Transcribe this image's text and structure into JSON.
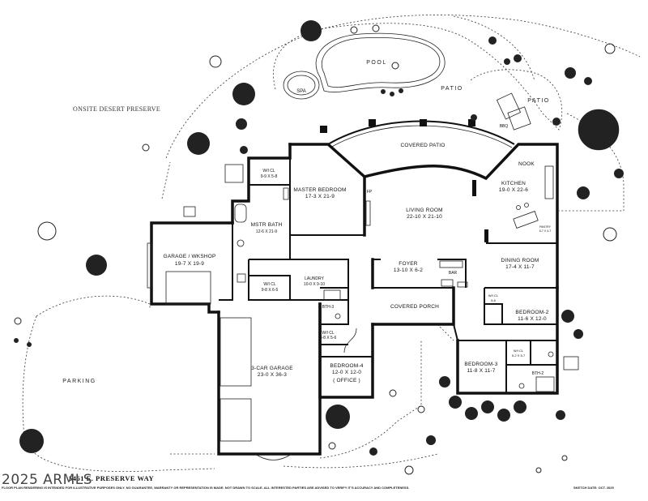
{
  "site": {
    "preserve_label": "ONSITE DESERT PRESERVE",
    "pool_label": "POOL",
    "spa_label": "SPA",
    "patio_label_1": "PATIO",
    "patio_label_2": "PATIO",
    "bbq_label": "BBQ",
    "covered_patio_label": "COVERED PATIO",
    "parking_label": "PARKING",
    "covered_porch_label": "COVERED PORCH",
    "address": "5461 E. PRESERVE WAY",
    "disclaimer": "FLOOR PLAN RENDERING IS INTENDED FOR ILLUSTRATIVE PURPOSES ONLY. NO GUARANTEE, WARRANTY OR REPRESENTATION IS MADE. NOT DRAWN TO SCALE. ALL INTERESTED PARTIES ARE ADVISED TO VERIFY IT'S ACCURACY AND COMPLETENESS.",
    "sketch_date": "SKETCH DATE: OCT. 2025",
    "watermark": "2025 ARMLS"
  },
  "rooms": {
    "master_bedroom": {
      "name": "MASTER BEDROOM",
      "dims": "17-3  X  21-9"
    },
    "master_wic": {
      "name": "W/I CL",
      "dims": "9-9  X  5-8"
    },
    "master_bath": {
      "name": "MSTR BATH",
      "dims": "12-6  X  21-9"
    },
    "master_wic_2": {
      "name": "W/I CL",
      "dims": "9-8  X  6-5"
    },
    "garage_wkshop": {
      "name": "GARAGE / WKSHOP",
      "dims": "19-7  X  19-9"
    },
    "three_car_garage": {
      "name": "3-CAR GARAGE",
      "dims": "23-0  X  36-3"
    },
    "laundry": {
      "name": "LAUNDRY",
      "dims": "10-0  X  9-10"
    },
    "bth3": {
      "name": "BTH-3"
    },
    "wic_small": {
      "name": "W/I CL",
      "dims": "5-8 X 5-6"
    },
    "bedroom4": {
      "name": "BEDROOM-4",
      "dims": "12-0  X  12-0",
      "note": "( OFFICE )"
    },
    "living_room": {
      "name": "LIVING ROOM",
      "dims": "22-10  X  21-10"
    },
    "foyer": {
      "name": "FOYER",
      "dims": "13-10  X  6-2"
    },
    "bar": {
      "name": "BAR"
    },
    "kitchen": {
      "name": "KITCHEN",
      "dims": "19-0  X  22-6"
    },
    "nook": {
      "name": "NOOK"
    },
    "pantry": {
      "name": "PANTRY",
      "dims": "5-7 X 4-7"
    },
    "dining_room": {
      "name": "DINING ROOM",
      "dims": "17-4  X  11-7"
    },
    "bedroom2": {
      "name": "BEDROOM-2",
      "dims": "11-6  X  12-0"
    },
    "wic_bed2": {
      "name": "W/I CL",
      "dims": "5-6"
    },
    "bedroom3": {
      "name": "BEDROOM-3",
      "dims": "11-8  X  11-7"
    },
    "wic_bed3": {
      "name": "W/I CL",
      "dims": "5-2 X 5-7"
    },
    "bth2": {
      "name": "BTH-2"
    },
    "fp": {
      "name": "FP"
    }
  }
}
